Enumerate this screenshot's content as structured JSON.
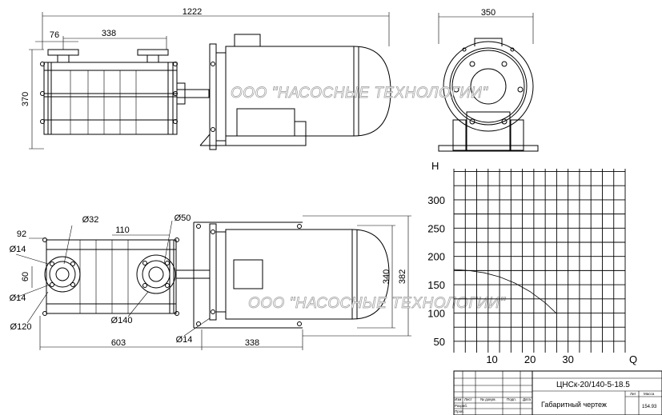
{
  "dimensions": {
    "top_total_length": "1222",
    "top_offset": "76",
    "top_flange_spacing": "338",
    "top_height": "370",
    "end_view_width": "350",
    "plan_dia_suction": "Ø32",
    "plan_dia_discharge": "Ø50",
    "plan_92": "92",
    "plan_110": "110",
    "plan_14_a": "Ø14",
    "plan_60": "60",
    "plan_14_b": "Ø14",
    "plan_120": "Ø120",
    "plan_140": "Ø140",
    "plan_14_c": "Ø14",
    "plan_603": "603",
    "plan_338": "338",
    "plan_340": "340",
    "plan_382": "382"
  },
  "watermark": "ООО \"НАСОСНЫЕ ТЕХНОЛОГИИ\"",
  "chart_data": {
    "type": "line",
    "xlabel": "Q",
    "ylabel": "H",
    "x_ticks": [
      10,
      20,
      30
    ],
    "y_ticks": [
      50,
      100,
      150,
      200,
      250,
      300
    ],
    "xlim": [
      0,
      45
    ],
    "ylim": [
      30,
      355
    ],
    "grid": true,
    "series": [
      {
        "x": [
          0,
          4,
          8,
          12,
          16,
          20,
          24,
          27
        ],
        "y": [
          177,
          175,
          171,
          164,
          153,
          138,
          118,
          99
        ]
      }
    ]
  },
  "title_block": {
    "designation": "ЦНСк-20/140-5-18.5",
    "doc_name": "Габаритный чертеж",
    "col_lit": "Лит",
    "col_mass": "Масса",
    "mass_value": "154.93",
    "h_izm": "Изм",
    "h_list": "Лист",
    "h_ndoc": "№ докум.",
    "h_podp": "Подп.",
    "h_data": "Дата",
    "r_razrab": "Разраб.",
    "r_prov": "Пров."
  }
}
